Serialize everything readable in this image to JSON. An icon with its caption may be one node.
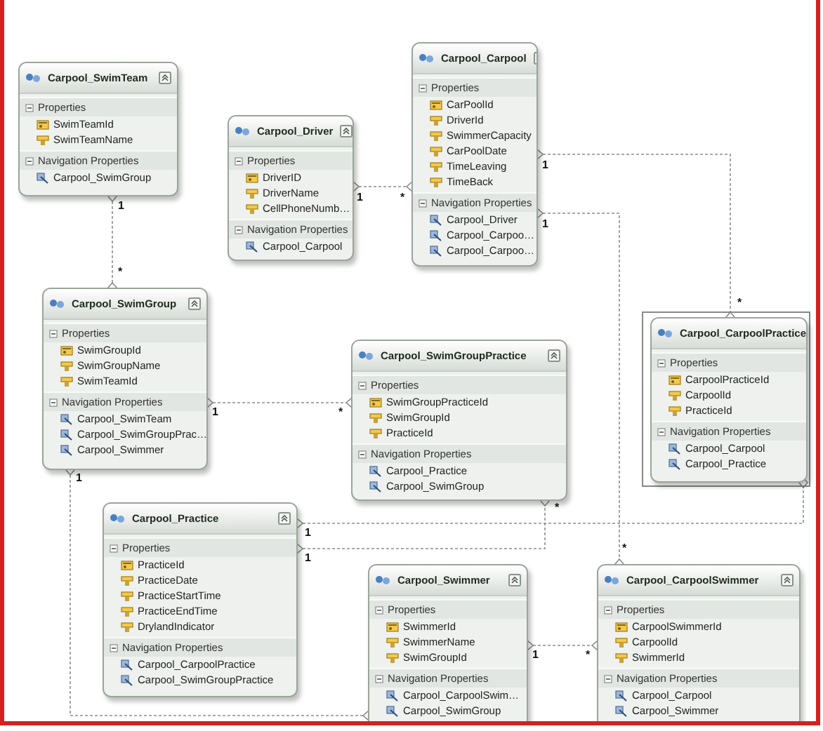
{
  "diagram": {
    "nodes": [
      {
        "text": [
          "Carpool_SwimTeam",
          "Properties",
          "SwimTeamId",
          "SwimTeamName",
          "Navigation Properties",
          "Carpool_SwimGroup"
        ]
      },
      {
        "text": [
          "Carpool_Driver",
          "Properties",
          "DriverID",
          "DriverName",
          "CellPhoneNumb…",
          "Navigation Properties",
          "Carpool_Carpool"
        ]
      },
      {
        "text": [
          "Carpool_Carpool",
          "Properties",
          "CarPoolId",
          "DriverId",
          "SwimmerCapacity",
          "CarPoolDate",
          "TimeLeaving",
          "TimeBack",
          "Navigation Properties",
          "Carpool_Driver",
          "Carpool_Carpoo…",
          "Carpool_Carpoo…"
        ]
      },
      {
        "text": [
          "Carpool_SwimGroup",
          "Properties",
          "SwimGroupId",
          "SwimGroupName",
          "SwimTeamId",
          "Navigation Properties",
          "Carpool_SwimTeam",
          "Carpool_SwimGroupPrac…",
          "Carpool_Swimmer"
        ]
      },
      {
        "text": [
          "Carpool_SwimGroupPractice",
          "Properties",
          "SwimGroupPracticeId",
          "SwimGroupId",
          "PracticeId",
          "Navigation Properties",
          "Carpool_Practice",
          "Carpool_SwimGroup"
        ]
      },
      {
        "text": [
          "Carpool_CarpoolPractice",
          "Properties",
          "CarpoolPracticeId",
          "CarpoolId",
          "PracticeId",
          "Navigation Properties",
          "Carpool_Carpool",
          "Carpool_Practice"
        ]
      },
      {
        "text": [
          "Carpool_Practice",
          "Properties",
          "PracticeId",
          "PracticeDate",
          "PracticeStartTime",
          "PracticeEndTime",
          "DrylandIndicator",
          "Navigation Properties",
          "Carpool_CarpoolPractice",
          "Carpool_SwimGroupPractice"
        ]
      },
      {
        "text": [
          "Carpool_Swimmer",
          "Properties",
          "SwimmerId",
          "SwimmerName",
          "SwimGroupId",
          "Navigation Properties",
          "Carpool_CarpoolSwim…",
          "Carpool_SwimGroup"
        ]
      },
      {
        "text": [
          "Carpool_CarpoolSwimmer",
          "Properties",
          "CarpoolSwimmerId",
          "CarpoolId",
          "SwimmerId",
          "Navigation Properties",
          "Carpool_Carpool",
          "Carpool_Swimmer"
        ]
      }
    ],
    "edges": [
      {
        "from": 0,
        "to": 3,
        "arrow": "other",
        "style": "dashed"
      },
      {
        "from": 1,
        "to": 2,
        "arrow": "other",
        "style": "dashed"
      },
      {
        "from": 2,
        "to": 5,
        "arrow": "other",
        "style": "dashed"
      },
      {
        "from": 2,
        "to": 8,
        "arrow": "other",
        "style": "dashed"
      },
      {
        "from": 3,
        "to": 4,
        "arrow": "other",
        "style": "dashed"
      },
      {
        "from": 3,
        "to": 7,
        "arrow": "other",
        "style": "dashed"
      },
      {
        "from": 6,
        "to": 5,
        "arrow": "other",
        "style": "dashed"
      },
      {
        "from": 6,
        "to": 4,
        "arrow": "other",
        "style": "dashed"
      },
      {
        "from": 7,
        "to": 8,
        "arrow": "other",
        "style": "dashed"
      }
    ],
    "labels": [
      "1",
      "1",
      "*",
      "1",
      "1",
      "*",
      "*",
      "1",
      "*",
      "1",
      "*",
      "1",
      "*",
      "1",
      "1",
      "*"
    ]
  }
}
